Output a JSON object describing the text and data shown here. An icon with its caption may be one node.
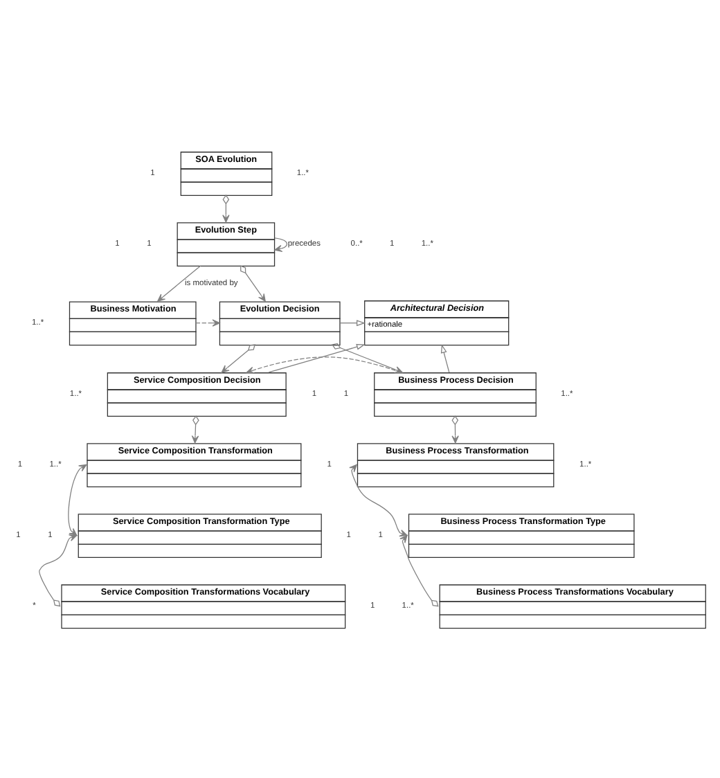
{
  "diagram": {
    "nodes": [
      {
        "text": [
          "SOA Evolution"
        ]
      },
      {
        "text": [
          "Business Motivation"
        ]
      },
      {
        "text": [
          "Evolution Step"
        ]
      },
      {
        "text": [
          "Architectural Decision",
          "+rationale"
        ]
      },
      {
        "text": [
          "Evolution Decision"
        ]
      },
      {
        "text": [
          "Service Composition Decision"
        ]
      },
      {
        "text": [
          "Business Process Decision"
        ]
      },
      {
        "text": [
          "Service Composition Transformation"
        ]
      },
      {
        "text": [
          "Business Process Transformation"
        ]
      },
      {
        "text": [
          "Service Composition Transformation Type"
        ]
      },
      {
        "text": [
          "Business Process Transformation Type"
        ]
      },
      {
        "text": [
          "Service Composition Transformations Vocabulary"
        ]
      },
      {
        "text": [
          "Business Process Transformations Vocabulary"
        ]
      }
    ],
    "edges": [
      {
        "from": 0,
        "to": 2,
        "arrow": "to"
      },
      {
        "from": 2,
        "to": 1,
        "arrow": "to",
        "label": "is motivated by"
      },
      {
        "from": 2,
        "to": 2,
        "arrow": "to",
        "label": "precedes"
      },
      {
        "from": 2,
        "to": 4,
        "arrow": "to"
      },
      {
        "from": 1,
        "to": 4,
        "arrow": "to",
        "style": "dashed"
      },
      {
        "from": 4,
        "to": 3,
        "arrow": "to"
      },
      {
        "from": 5,
        "to": 3,
        "arrow": "to"
      },
      {
        "from": 6,
        "to": 3,
        "arrow": "to"
      },
      {
        "from": 4,
        "to": 5,
        "arrow": "to"
      },
      {
        "from": 4,
        "to": 6,
        "arrow": "to"
      },
      {
        "from": 6,
        "to": 5,
        "arrow": "to",
        "style": "dashed"
      },
      {
        "from": 5,
        "to": 7,
        "arrow": "to"
      },
      {
        "from": 6,
        "to": 8,
        "arrow": "to"
      },
      {
        "from": 7,
        "to": 9,
        "arrow": "both"
      },
      {
        "from": 8,
        "to": 10,
        "arrow": "both"
      },
      {
        "from": 11,
        "to": 9,
        "arrow": "to"
      },
      {
        "from": 12,
        "to": 10,
        "arrow": "to"
      }
    ],
    "labels": [
      "1",
      "1..*",
      "0..*",
      "1..*",
      "1",
      "1",
      "1",
      "1..*",
      "1",
      "1",
      "1..*",
      "1..*",
      "1",
      "1",
      "1..*",
      "1..*",
      "1",
      "1",
      "1",
      "1",
      "*",
      "1..*",
      "1"
    ]
  }
}
